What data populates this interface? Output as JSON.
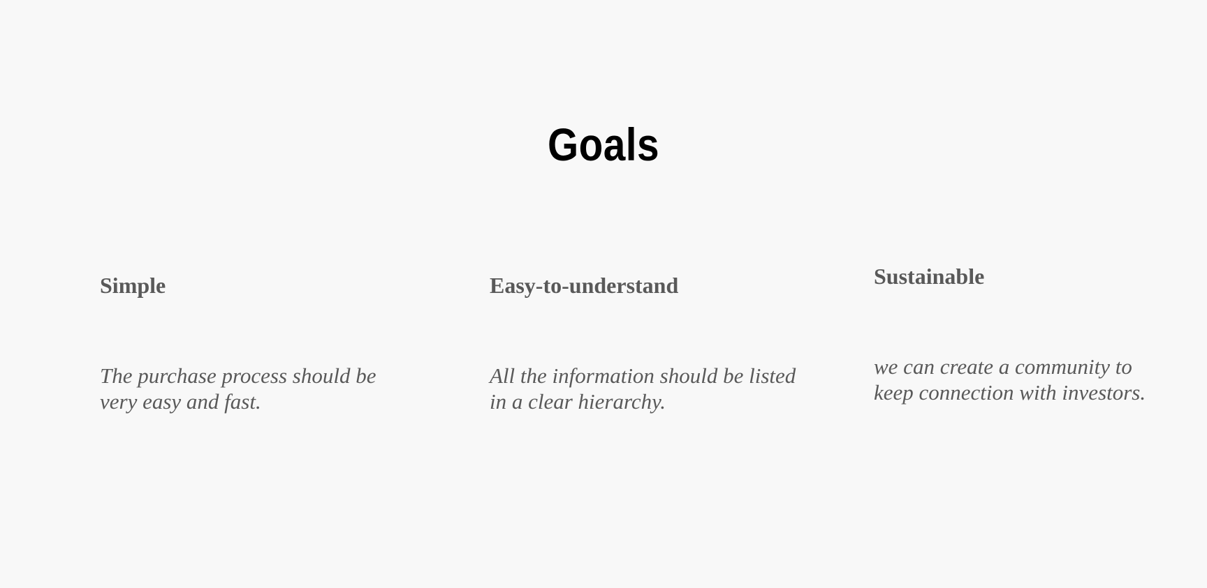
{
  "page": {
    "title": "Goals",
    "background_color": "#f8f8f8",
    "title_color": "#000000",
    "text_color": "#595959"
  },
  "goals": [
    {
      "heading": "Simple",
      "description": "The purchase process should be very easy and fast."
    },
    {
      "heading": "Easy-to-understand",
      "description": "All the information should be listed in a clear hierarchy."
    },
    {
      "heading": "Sustainable",
      "description": "we can create a community to keep connection with investors."
    }
  ]
}
